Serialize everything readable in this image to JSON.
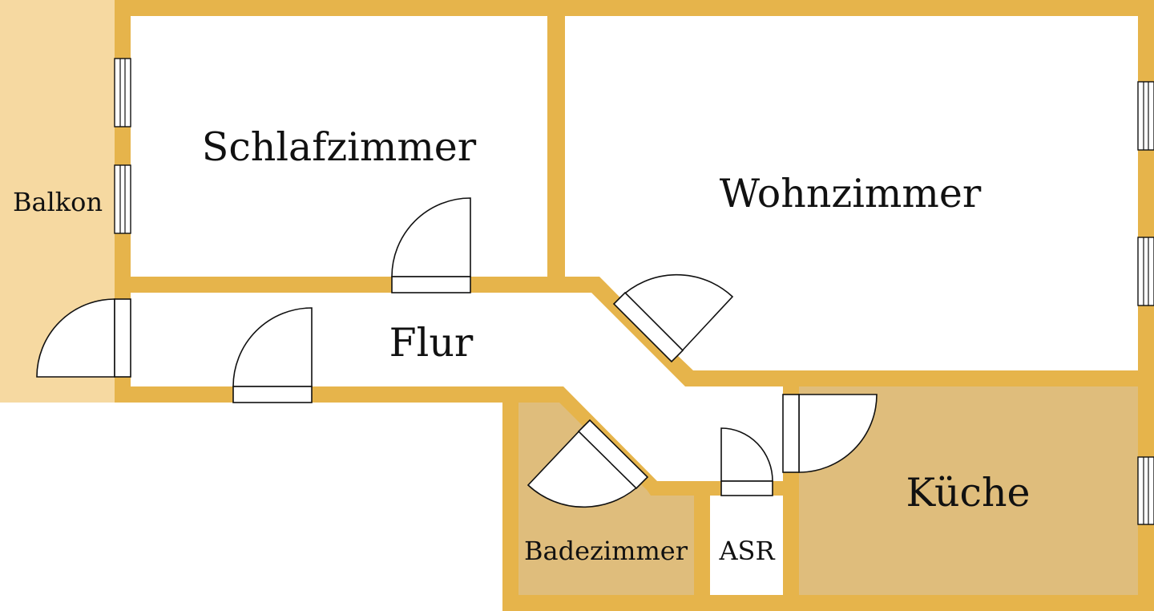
{
  "colors": {
    "wall": "#e6b44b",
    "room_white": "#ffffff",
    "room_brown": "#dfbd7c",
    "balcony": "#f6d9a1",
    "line": "#111111"
  },
  "rooms": {
    "schlafzimmer": "Schlafzimmer",
    "wohnzimmer": "Wohnzimmer",
    "balkon": "Balkon",
    "flur": "Flur",
    "kueche": "Küche",
    "badezimmer": "Badezimmer",
    "asr": "ASR"
  }
}
